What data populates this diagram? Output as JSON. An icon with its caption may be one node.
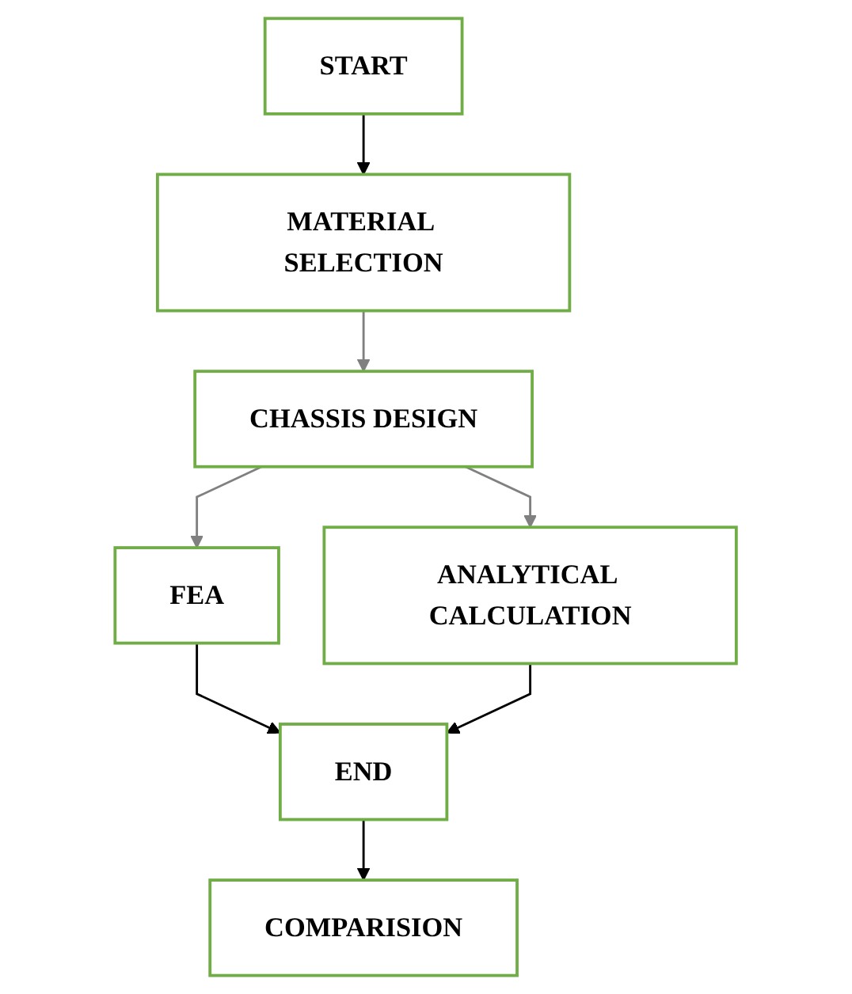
{
  "diagram": {
    "nodes": [
      {
        "text": [
          "START"
        ]
      },
      {
        "text": [
          "MATERIAL SELECTION"
        ]
      },
      {
        "text": [
          "CHASSIS DESIGN"
        ]
      },
      {
        "text": [
          "FEA"
        ]
      },
      {
        "text": [
          "ANALYTICAL CALCULATION"
        ]
      },
      {
        "text": [
          "END"
        ]
      },
      {
        "text": [
          "COMPARISION"
        ]
      }
    ],
    "edges": [
      {
        "from": 0,
        "to": 1,
        "arrow": "to"
      },
      {
        "from": 1,
        "to": 2,
        "arrow": "to",
        "color": "#808080"
      },
      {
        "from": 2,
        "to": 3,
        "arrow": "to",
        "color": "#808080"
      },
      {
        "from": 2,
        "to": 4,
        "arrow": "to",
        "color": "#808080"
      },
      {
        "from": 3,
        "to": 5,
        "arrow": "to"
      },
      {
        "from": 4,
        "to": 5,
        "arrow": "to"
      },
      {
        "from": 5,
        "to": 6,
        "arrow": "to"
      }
    ]
  }
}
